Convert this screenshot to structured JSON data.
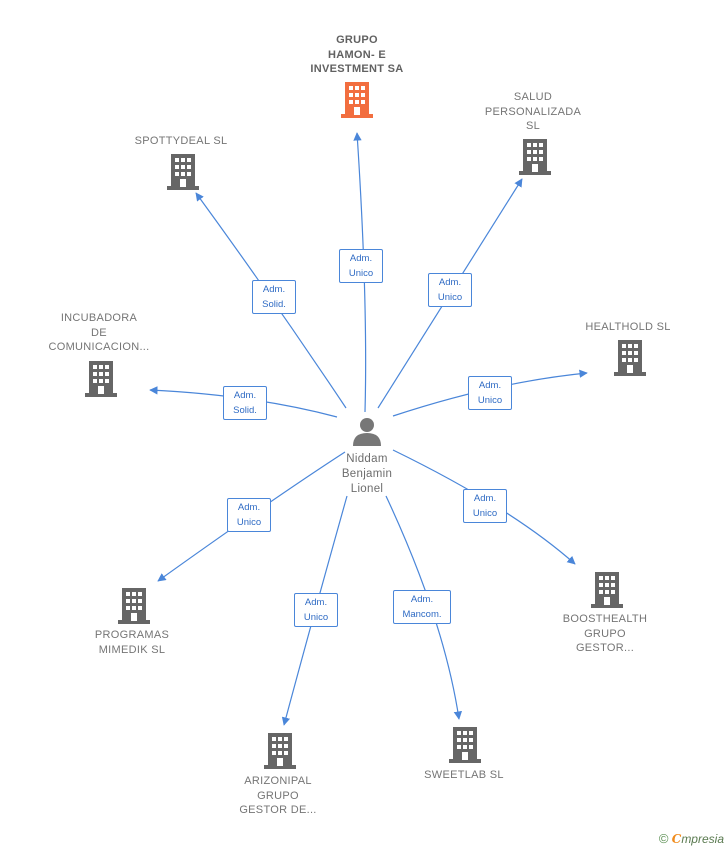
{
  "center": {
    "name": "Niddam\nBenjamin\nLionel",
    "icon": "person-icon"
  },
  "colors": {
    "edge": "#4a86d9",
    "building": "#666666",
    "building_focus": "#f26e3f",
    "person": "#777777"
  },
  "companies": [
    {
      "name": "GRUPO\nHAMON- E\nINVESTMENT SA",
      "focus": true,
      "relation": "Adm.\nUnico"
    },
    {
      "name": "SALUD\nPERSONALIZADA\nSL",
      "focus": false,
      "relation": "Adm.\nUnico"
    },
    {
      "name": "SPOTTYDEAL SL",
      "focus": false,
      "relation": "Adm.\nSolid."
    },
    {
      "name": "INCUBADORA\nDE\nCOMUNICACION...",
      "focus": false,
      "relation": "Adm.\nSolid."
    },
    {
      "name": "HEALTHOLD SL",
      "focus": false,
      "relation": "Adm.\nUnico"
    },
    {
      "name": "PROGRAMAS\nMIMEDIK  SL",
      "focus": false,
      "relation": "Adm.\nUnico"
    },
    {
      "name": "BOOSTHEALTH\nGRUPO\nGESTOR...",
      "focus": false,
      "relation": "Adm.\nUnico"
    },
    {
      "name": "ARIZONIPAL\nGRUPO\nGESTOR DE...",
      "focus": false,
      "relation": "Adm.\nUnico"
    },
    {
      "name": "SWEETLAB SL",
      "focus": false,
      "relation": "Adm.\nMancom."
    }
  ],
  "footer": {
    "copyright": "©",
    "brand_initial": "C",
    "brand_rest": "mpresia"
  }
}
